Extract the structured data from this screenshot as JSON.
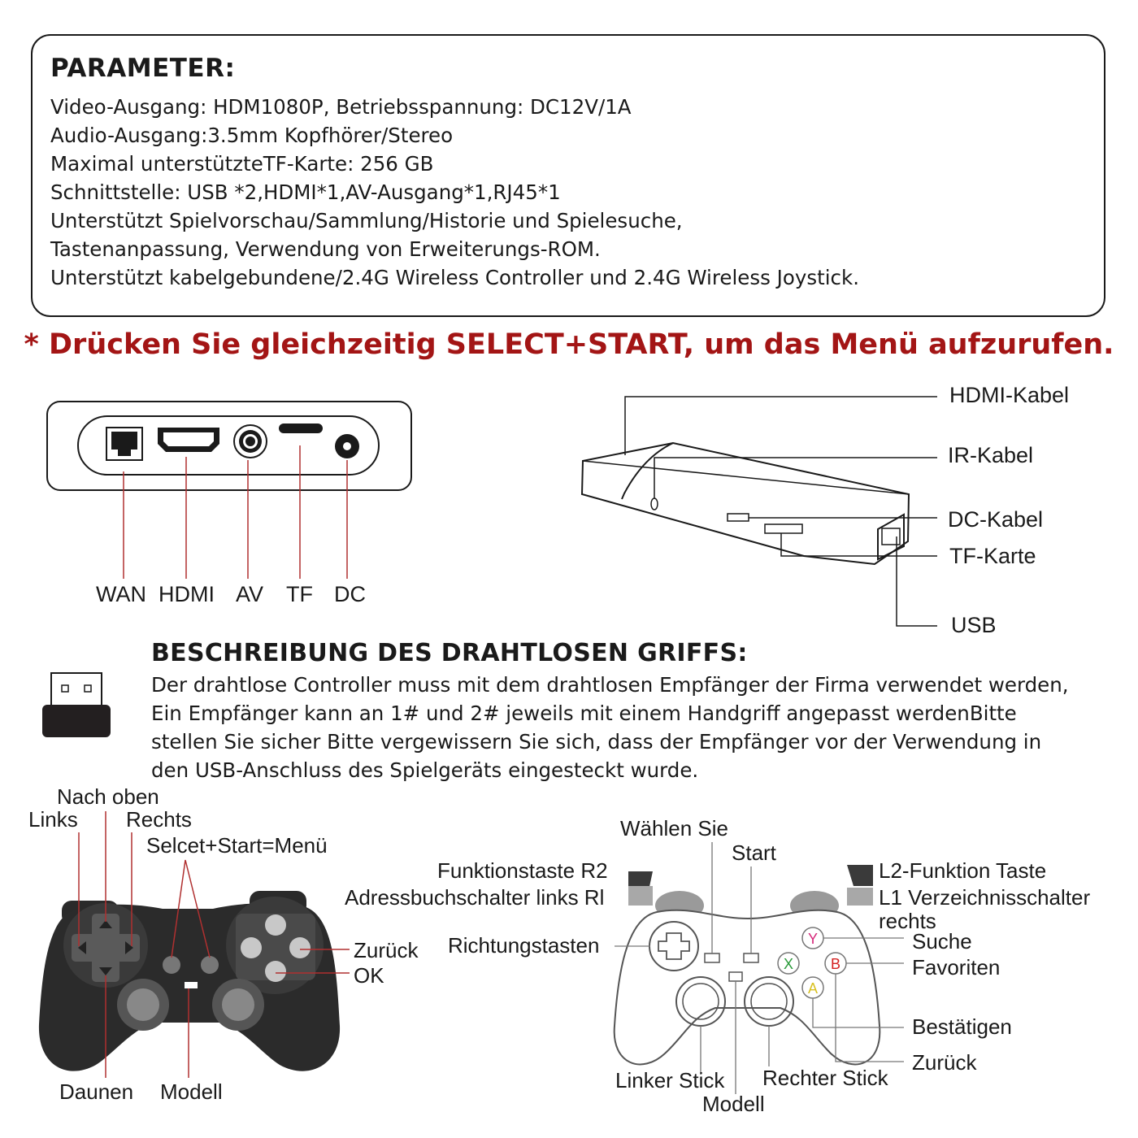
{
  "parameter": {
    "title": "PARAMETER:",
    "lines": [
      "Video-Ausgang: HDM1080P, Betriebsspannung: DC12V/1A",
      "Audio-Ausgang:3.5mm Kopfhörer/Stereo",
      "Maximal unterstützteTF-Karte: 256 GB",
      "Schnittstelle: USB *2,HDMI*1,AV-Ausgang*1,RJ45*1",
      "Unterstützt Spielvorschau/Sammlung/Historie und Spielesuche,",
      "Tastenanpassung, Verwendung von Erweiterungs-ROM.",
      "Unterstützt kabelgebundene/2.4G Wireless Controller und 2.4G Wireless Joystick."
    ]
  },
  "menu_note": "* Drücken Sie gleichzeitig SELECT+START, um das Menü aufzurufen.",
  "ports": {
    "wan": "WAN",
    "hdmi": "HDMI",
    "av": "AV",
    "tf": "TF",
    "dc": "DC"
  },
  "stick_labels": {
    "hdmi_kabel": "HDMI-Kabel",
    "ir_kabel": "IR-Kabel",
    "dc_kabel": "DC-Kabel",
    "tf_karte": "TF-Karte",
    "usb": "USB"
  },
  "wireless": {
    "title": "BESCHREIBUNG DES DRAHTLOSEN GRIFFS:",
    "lines": [
      "Der drahtlose Controller muss mit dem drahtlosen Empfänger der Firma verwendet werden,",
      "Ein Empfänger kann an 1# und 2# jeweils mit einem Handgriff angepasst werdenBitte",
      "stellen Sie sicher Bitte vergewissern Sie sich, dass der Empfänger vor der Verwendung in",
      "den USB-Anschluss des Spielgeräts eingesteckt wurde."
    ]
  },
  "ps_labels": {
    "nach_oben": "Nach oben",
    "links": "Links",
    "rechts": "Rechts",
    "selcet": "Selcet+Start=Menü",
    "zurueck": "Zurück",
    "ok": "OK",
    "daunen": "Daunen",
    "modell": "Modell"
  },
  "xb_labels": {
    "waehlen": "Wählen Sie",
    "start": "Start",
    "r2": "Funktionstaste R2",
    "rl": "Adressbuchschalter links Rl",
    "l2": "L2-Funktion Taste",
    "l1_line1": "L1 Verzeichnisschalter",
    "l1_line2": "rechts",
    "richtung": "Richtungstasten",
    "suche": "Suche",
    "favoriten": "Favoriten",
    "bestaetigen": "Bestätigen",
    "zurueck": "Zurück",
    "linker": "Linker Stick",
    "rechter": "Rechter Stick",
    "modell": "Modell"
  },
  "face_buttons": {
    "y": "Y",
    "x": "X",
    "b": "B",
    "a": "A"
  },
  "colors": {
    "accent_red": "#a31515",
    "line_red": "#b03030",
    "y": "#d6287a",
    "x": "#2a9a3a",
    "b": "#d42020",
    "a": "#d8c020"
  }
}
